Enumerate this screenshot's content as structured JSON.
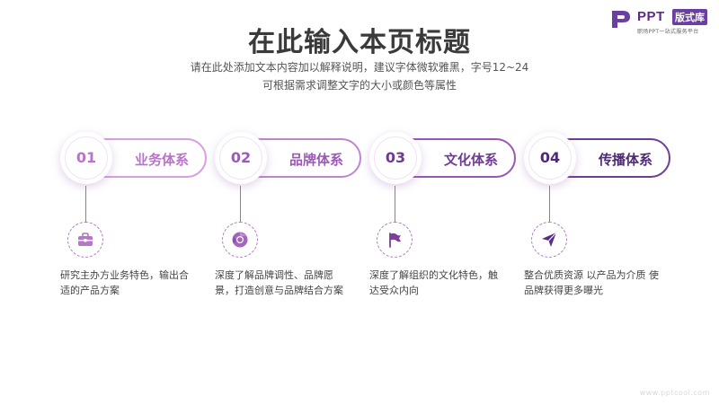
{
  "logo": {
    "name": "PPT",
    "tag": "版式库",
    "subtitle": "职场PPT一站式服务平台"
  },
  "title": "在此输入本页标题",
  "subtitle_lines": [
    "请在此处添加文本内容加以解释说明，建议字体微软雅黑，字号12~24",
    "可根据需求调整文字的大小或颜色等属性"
  ],
  "items": [
    {
      "number": "01",
      "label": "业务体系",
      "icon": "briefcase-icon",
      "desc": "研究主办方业务特色，输出合适的产品方案"
    },
    {
      "number": "02",
      "label": "品牌体系",
      "icon": "chrome-icon",
      "desc": "深度了解品牌调性、品牌愿景，打造创意与品牌结合方案"
    },
    {
      "number": "03",
      "label": "文化体系",
      "icon": "flag-icon",
      "desc": "深度了解组织的文化特色，触达受众内向"
    },
    {
      "number": "04",
      "label": "传播体系",
      "icon": "paper-plane-icon",
      "desc": "整合优质资源 以产品为介质 使品牌获得更多曝光"
    }
  ],
  "watermark": "www.pptcool.com",
  "colors": {
    "accent_light": "#c98ed6",
    "accent_dark": "#5a2d82"
  }
}
